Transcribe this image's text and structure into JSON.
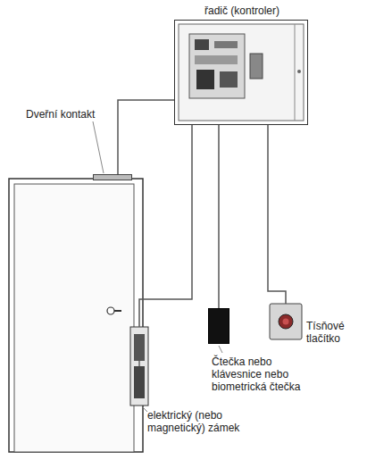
{
  "diagram": {
    "nodes": [
      {
        "text": [
          "řadič (kontroler)"
        ]
      },
      {
        "text": [
          "Dveřní kontakt"
        ]
      },
      {
        "text": [
          "elektrický (nebo magnetický) zámek"
        ]
      },
      {
        "text": [
          "Čtečka nebo klávesnice nebo biometrická čtečka"
        ]
      },
      {
        "text": [
          "Tísňové tlačítko"
        ]
      }
    ],
    "edges": [
      {
        "from": 0,
        "to": 1,
        "arrow": "none"
      },
      {
        "from": 0,
        "to": 2,
        "arrow": "none"
      },
      {
        "from": 0,
        "to": 3,
        "arrow": "none"
      },
      {
        "from": 0,
        "to": 4,
        "arrow": "none"
      }
    ]
  }
}
